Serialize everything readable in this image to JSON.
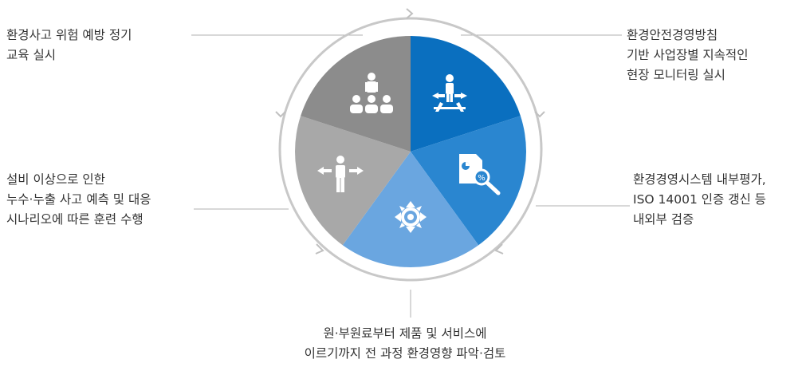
{
  "diagram": {
    "colors": {
      "ring": "#c8c8c8",
      "connector": "#b0b0b0",
      "text": "#333333",
      "seg_top_right": "#0a6fbf",
      "seg_right": "#2a86d0",
      "seg_bottom": "#6aa6e0",
      "seg_left": "#a8a8a8",
      "seg_top_left": "#8c8c8c",
      "icon": "#ffffff"
    },
    "segments": [
      {
        "id": "top-right",
        "icon": "person-crossroads-icon"
      },
      {
        "id": "right",
        "icon": "document-magnifier-icon"
      },
      {
        "id": "bottom",
        "icon": "compass-arrows-icon"
      },
      {
        "id": "left",
        "icon": "person-arrows-icon"
      },
      {
        "id": "top-left",
        "icon": "presenter-audience-icon"
      }
    ],
    "labels": {
      "top_left": [
        "환경사고 위험 예방 정기",
        "교육 실시"
      ],
      "top_right": [
        "환경안전경영방침",
        "기반 사업장별 지속적인",
        "현장 모니터링 실시"
      ],
      "middle_left": [
        "설비 이상으로 인한",
        "누수·누출 사고 예측 및 대응",
        "시나리오에 따른 훈련 수행"
      ],
      "middle_right": [
        "환경경영시스템 내부평가,",
        "ISO 14001 인증 갱신 등",
        "내외부 검증"
      ],
      "bottom": [
        "원·부원료부터 제품 및 서비스에",
        "이르기까지 전 과정 환경영향 파악·검토"
      ]
    }
  }
}
